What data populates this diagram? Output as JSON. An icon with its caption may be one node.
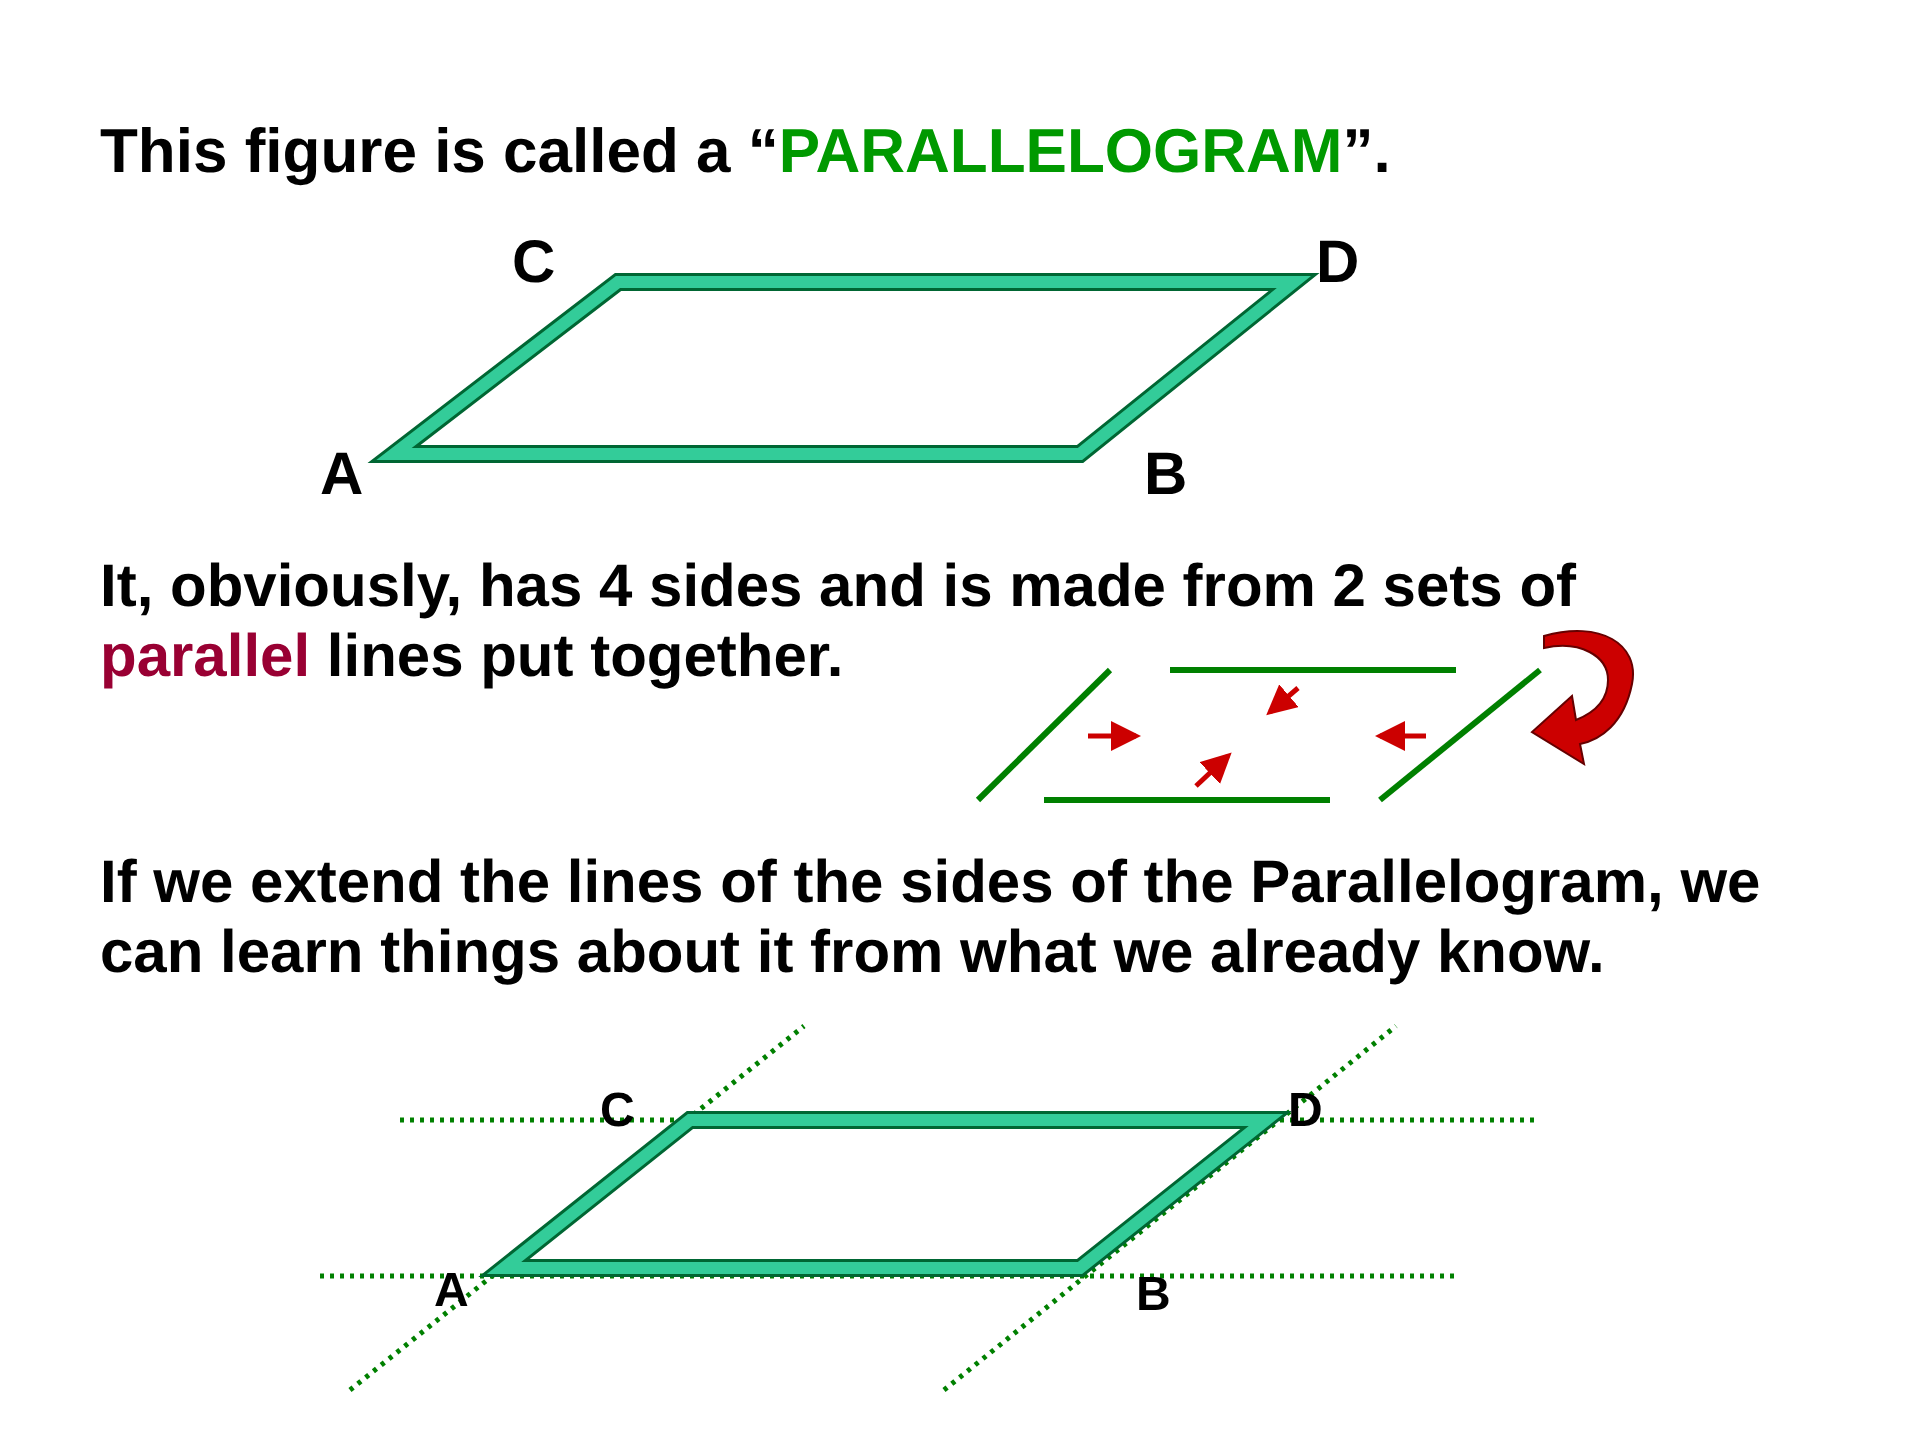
{
  "diagram": {
    "title": "This figure is called a “*PARALLELOGRAM*”.",
    "labels": [
      "C",
      "D",
      "A",
      "B",
      "It, obviously, has 4 sides and is made from 2 sets of *parallel* lines put together.",
      "If we extend the lines of the sides of the Parallelogram, we can learn things about it from what we already know.",
      "C",
      "D",
      "A",
      "B"
    ]
  }
}
